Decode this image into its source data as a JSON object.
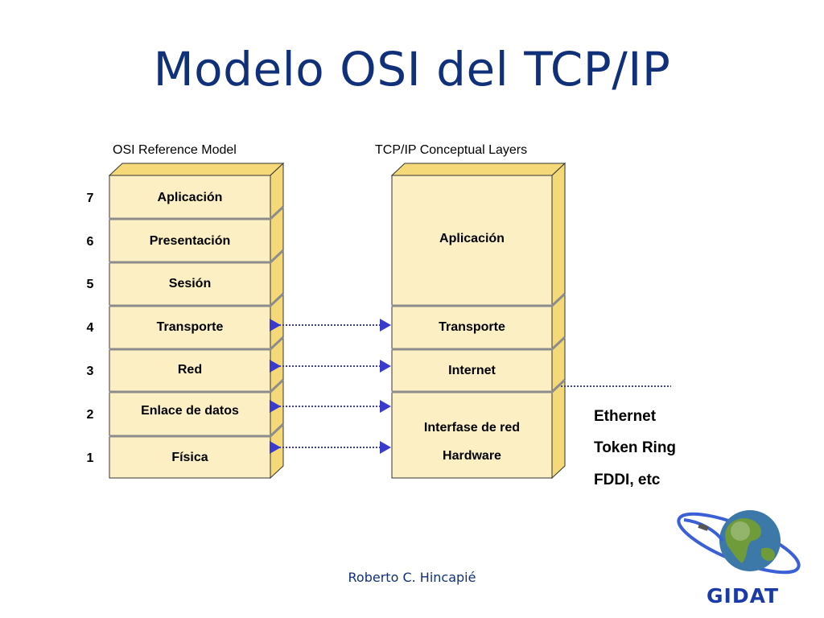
{
  "title": "Modelo OSI del TCP/IP",
  "osi": {
    "heading": "OSI Reference Model",
    "layers": [
      {
        "number": "7",
        "label": "Aplicación"
      },
      {
        "number": "6",
        "label": "Presentación"
      },
      {
        "number": "5",
        "label": "Sesión"
      },
      {
        "number": "4",
        "label": "Transporte"
      },
      {
        "number": "3",
        "label": "Red"
      },
      {
        "number": "2",
        "label": "Enlace de datos"
      },
      {
        "number": "1",
        "label": "Física"
      }
    ]
  },
  "tcpip": {
    "heading": "TCP/IP Conceptual Layers",
    "layers": [
      {
        "label": "Aplicación"
      },
      {
        "label": "Transporte"
      },
      {
        "label": "Internet"
      },
      {
        "label": "Interfase de red",
        "label2": "Hardware"
      }
    ]
  },
  "protocols": [
    "Ethernet",
    "Token Ring",
    "FDDI, etc"
  ],
  "author": "Roberto C. Hincapié",
  "logo": {
    "text": "GIDAT",
    "icon": "globe-icon"
  },
  "colors": {
    "layer_fill": "#fcefc4",
    "layer_side": "#f5d979",
    "arrow": "#3a3acc",
    "title": "#10307a"
  }
}
